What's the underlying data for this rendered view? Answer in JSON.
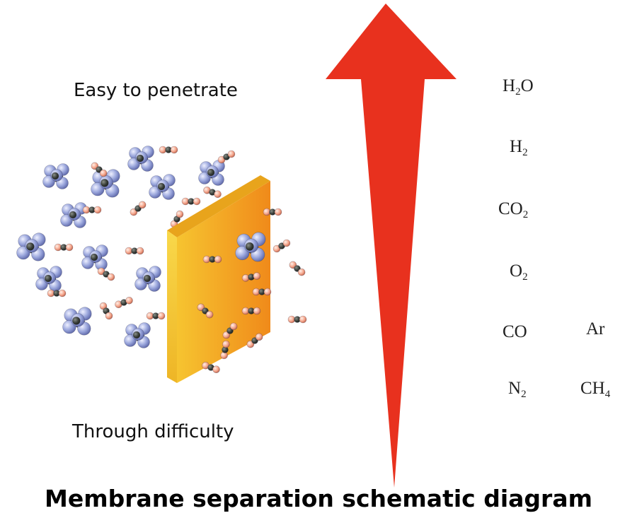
{
  "labels": {
    "easy": "Easy to penetrate",
    "difficult": "Through difficulty",
    "title": "Membrane separation schematic diagram"
  },
  "gases": {
    "h2o": {
      "base": "H",
      "sub": "2",
      "tail": "O"
    },
    "h2": {
      "base": "H",
      "sub": "2",
      "tail": ""
    },
    "co2": {
      "base": "CO",
      "sub": "2",
      "tail": ""
    },
    "o2": {
      "base": "O",
      "sub": "2",
      "tail": ""
    },
    "co": {
      "base": "CO",
      "sub": "",
      "tail": ""
    },
    "ar": {
      "base": "Ar",
      "sub": "",
      "tail": ""
    },
    "n2": {
      "base": "N",
      "sub": "2",
      "tail": ""
    },
    "ch4": {
      "base": "CH",
      "sub": "4",
      "tail": ""
    }
  },
  "colors": {
    "arrow": "#e8311e",
    "membrane_front": "#f6c430",
    "membrane_edge": "#e8a41c",
    "membrane_side": "#f08a1a",
    "large_molecule": "#9aa6dc",
    "molecule_core": "#3a3f3a",
    "small_atom": "#f4a48a"
  }
}
